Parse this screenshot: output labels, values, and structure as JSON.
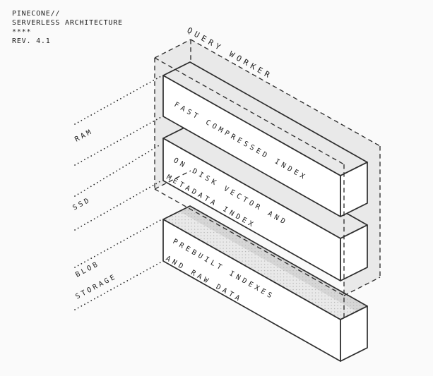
{
  "header": {
    "line1": "PINECONE//",
    "line2": "SERVERLESS ARCHITECTURE",
    "line3": "****",
    "line4": "REV. 4.1"
  },
  "diagram": {
    "container_label": "QUERY WORKER",
    "boxes": [
      {
        "tier": "RAM",
        "label_line1": "FAST COMPRESSED INDEX",
        "label_line2": ""
      },
      {
        "tier": "SSD",
        "label_line1": "ON DISK VECTOR AND",
        "label_line2": "METADATA INDEX"
      },
      {
        "tier": "BLOB STORAGE",
        "label_line1": "PREBUILT INDEXES",
        "label_line2": "AND RAW DATA"
      }
    ],
    "tier_labels": {
      "ram": "RAM",
      "ssd": "SSD",
      "blob_line1": "BLOB",
      "blob_line2": "STORAGE"
    }
  },
  "colors": {
    "background": "#fafafa",
    "surface_gray": "#e9e9e9",
    "shadow_band": "#d6d6d6",
    "line": "#2e2e2e",
    "text": "#1e1e1e",
    "dot_texture": "#b8b8b8"
  }
}
